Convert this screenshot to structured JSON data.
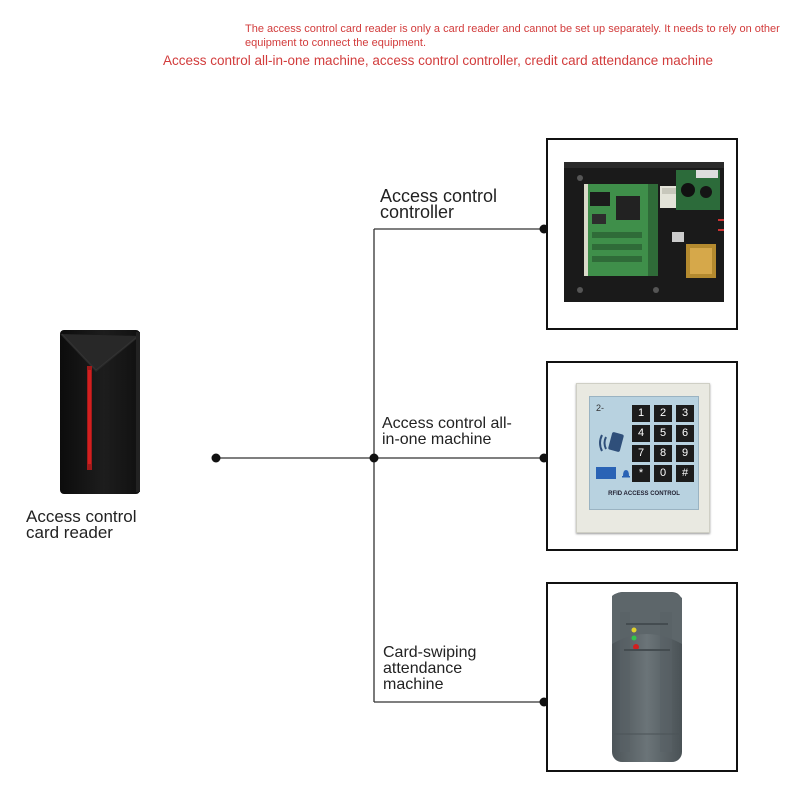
{
  "header": {
    "faint_title": "",
    "note": "The access control card reader is only a card reader and cannot be set up separately. It needs to rely on other equipment to connect the equipment.",
    "devices_list": "Access control all-in-one machine, access control controller, credit card attendance machine"
  },
  "source": {
    "label_line1": "Access control",
    "label_line2": "card reader"
  },
  "targets": [
    {
      "label_line1": "Access control",
      "label_line2": "controller",
      "label_line3": ""
    },
    {
      "label_line1": "Access control all-",
      "label_line2": "in-one machine",
      "label_line3": ""
    },
    {
      "label_line1": "Card-swiping",
      "label_line2": "attendance",
      "label_line3": "machine"
    }
  ],
  "keypad": {
    "keys": [
      "1",
      "2",
      "3",
      "4",
      "5",
      "6",
      "7",
      "8",
      "9",
      "*",
      "0",
      "#"
    ],
    "brand_text": "RFID ACCESS CONTROL",
    "model_text": "2-"
  },
  "colors": {
    "note_red": "#d23c3c",
    "wire": "#333333",
    "reader_black": "#141414",
    "reader_led": "#d21f1f",
    "board_green": "#3f8f4a",
    "keypad_bezel": "#e9e9e1",
    "keypad_face": "#b8d2e0",
    "gray_reader": "#5b6367"
  },
  "icons": [
    "rfid-wave-icon",
    "door-bell-icon"
  ]
}
